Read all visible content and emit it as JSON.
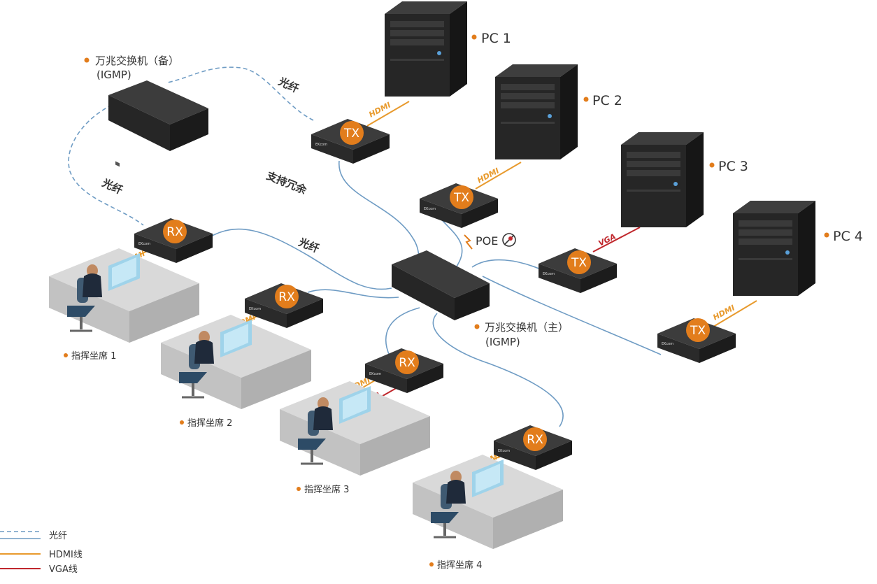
{
  "colors": {
    "fiber": "#6f9cc4",
    "hdmi": "#e89a2d",
    "vga": "#c0282d",
    "accent": "#e27d1c",
    "device_top": "#3c3c3c",
    "device_side": "#1f1f1f",
    "device_front": "#2a2a2a"
  },
  "computers": [
    {
      "id": "pc1",
      "label": "PC 1"
    },
    {
      "id": "pc2",
      "label": "PC 2"
    },
    {
      "id": "pc3",
      "label": "PC 3"
    },
    {
      "id": "pc4",
      "label": "PC 4"
    }
  ],
  "transmitters": [
    {
      "id": "tx1",
      "label": "TX",
      "link": "HDMI"
    },
    {
      "id": "tx2",
      "label": "TX",
      "link": "HDMI"
    },
    {
      "id": "tx3",
      "label": "TX",
      "link": "VGA"
    },
    {
      "id": "tx4",
      "label": "TX",
      "link": "HDMI"
    }
  ],
  "receivers": [
    {
      "id": "rx1",
      "label": "RX",
      "links": [
        "HDMI"
      ]
    },
    {
      "id": "rx2",
      "label": "RX",
      "links": [
        "HDMI"
      ]
    },
    {
      "id": "rx3",
      "label": "RX",
      "links": [
        "HDMI",
        "VGA"
      ]
    },
    {
      "id": "rx4",
      "label": "RX",
      "links": [
        "HDMI"
      ]
    }
  ],
  "seats": [
    {
      "id": "seat1",
      "label": "指挥坐席 1"
    },
    {
      "id": "seat2",
      "label": "指挥坐席 2"
    },
    {
      "id": "seat3",
      "label": "指挥坐席 3"
    },
    {
      "id": "seat4",
      "label": "指挥坐席 4"
    }
  ],
  "switches": {
    "main": {
      "line1": "万兆交换机（主）",
      "line2": "(IGMP)"
    },
    "backup": {
      "line1": "万兆交换机（备）",
      "line2": "(IGMP)"
    }
  },
  "annotations": {
    "fiber_label": "光纤",
    "redundancy": "支持冗余",
    "poe": "POE"
  },
  "device_brand": "EKcom",
  "legend": [
    {
      "key": "fiber_dashed",
      "label": "光纤"
    },
    {
      "key": "hdmi",
      "label": "HDMI线"
    },
    {
      "key": "vga",
      "label": "VGA线"
    }
  ]
}
